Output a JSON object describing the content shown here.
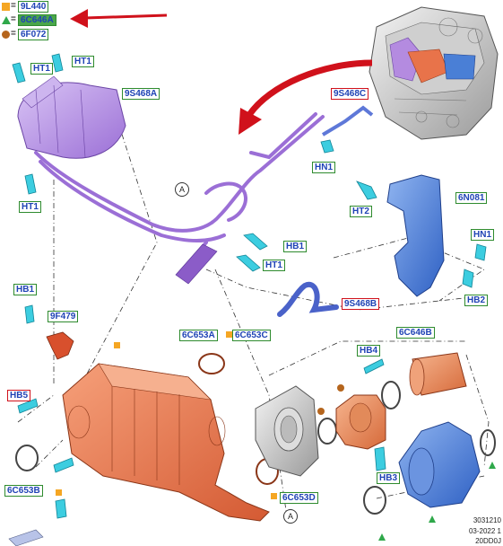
{
  "legend": [
    {
      "symbol": "orange-square",
      "code": "9L440"
    },
    {
      "symbol": "green-triangle",
      "code": "6C646A",
      "highlight": true
    },
    {
      "symbol": "brown-circle",
      "code": "6F072"
    }
  ],
  "labels": {
    "ht1_a": "HT1",
    "ht1_b": "HT1",
    "ht1_c": "HT1",
    "s9s468a": "9S468A",
    "s9s468c": "9S468C",
    "hn1_a": "HN1",
    "hn1_b": "HN1",
    "ht2": "HT2",
    "s6n081": "6N081",
    "hb1_a": "HB1",
    "ht1_d": "HT1",
    "hb2": "HB2",
    "hb1_b": "HB1",
    "s9f479": "9F479",
    "s9s468b": "9S468B",
    "s6c653a": "6C653A",
    "s6c653c": "6C653C",
    "hb4": "HB4",
    "s6c646b": "6C646B",
    "hb5": "HB5",
    "hb3": "HB3",
    "s6c653b": "6C653B",
    "s6c653d": "6C653D"
  },
  "callouts": {
    "a1": "A",
    "a2": "A"
  },
  "footer": {
    "line1": "3031210",
    "line2": "03-2022 1",
    "line3": "20DD0J"
  },
  "colors": {
    "label_border": "#2e8b2e",
    "label_border_red": "#d0111b",
    "label_text": "#1f43b5",
    "highlight_bg": "#4aa64a",
    "arrow": "#d0111b",
    "purple_part": "#b48be0",
    "blue_part": "#4a7fd6",
    "orange_part": "#e8734a",
    "fastener": "#3ccde0"
  }
}
